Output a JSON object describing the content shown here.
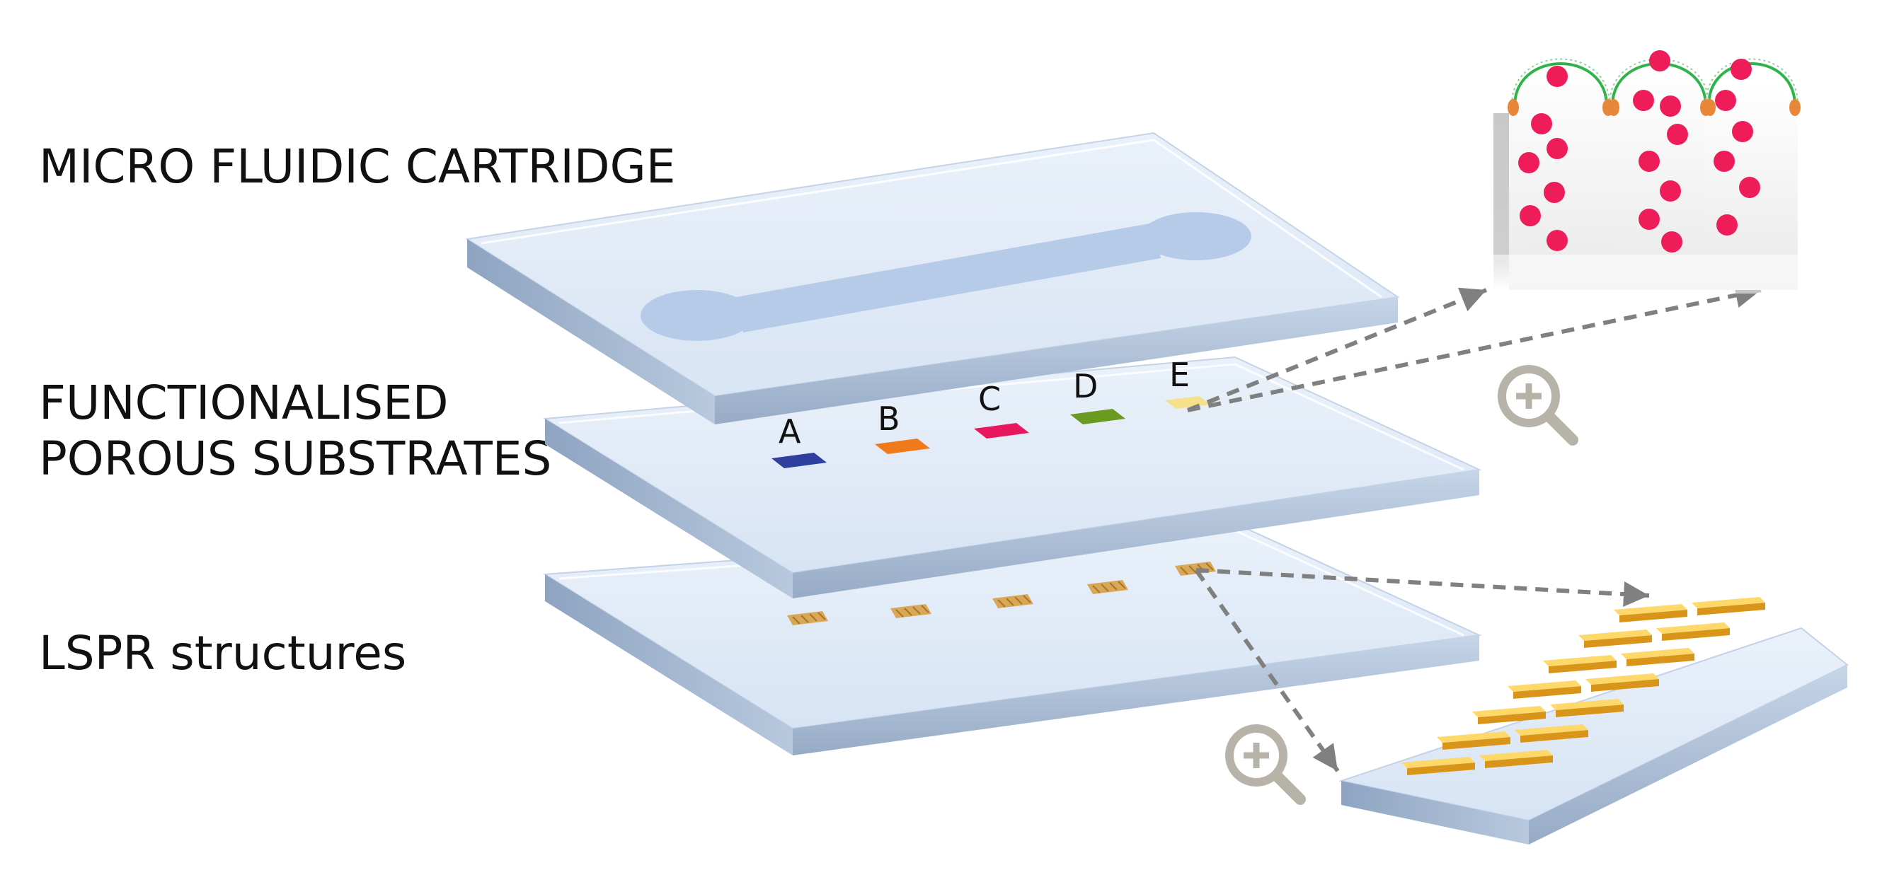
{
  "labels": {
    "cartridge": "MICRO FLUIDIC CARTRIDGE",
    "substrates_line1": "FUNCTIONALISED",
    "substrates_line2": "POROUS SUBSTRATES",
    "lspr": "LSPR structures"
  },
  "spots": [
    {
      "letter": "A",
      "color": "#2e3f9e"
    },
    {
      "letter": "B",
      "color": "#f07a1a"
    },
    {
      "letter": "C",
      "color": "#e8175d"
    },
    {
      "letter": "D",
      "color": "#6a9a1f"
    },
    {
      "letter": "E",
      "color": "#f7e08a"
    }
  ],
  "icons": [
    "zoom-in-icon",
    "zoom-in-icon"
  ],
  "colors": {
    "plate_top": "#dfe9f6",
    "plate_edge": "#a9bdd6",
    "channel": "#b5cbe8",
    "gold": "#f2b630",
    "pore_wall": "#c9c9c9",
    "particle": "#ee1d5a",
    "receptor": "#2fb34a"
  }
}
